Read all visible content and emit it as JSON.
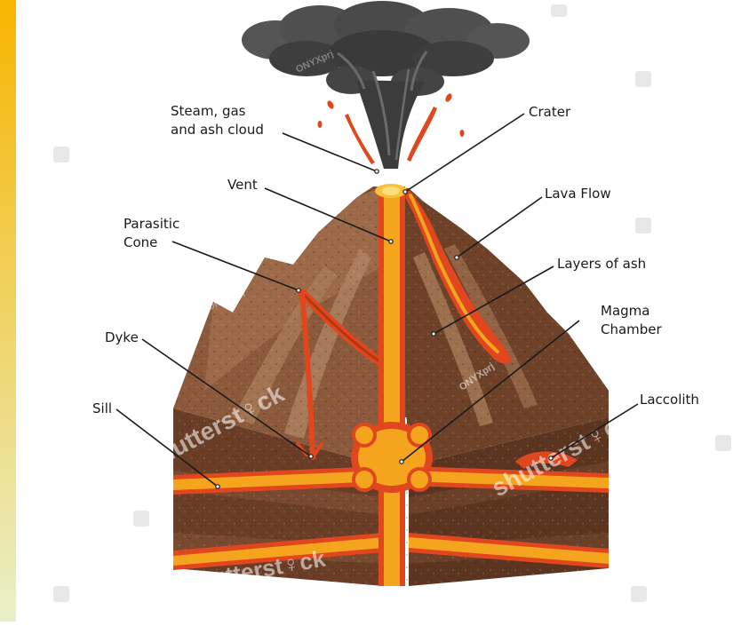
{
  "diagram": {
    "labels": {
      "steam_line1": "Steam, gas",
      "steam_line2": "and ash cloud",
      "crater": "Crater",
      "vent": "Vent",
      "lava_flow": "Lava Flow",
      "parasitic_line1": "Parasitic",
      "parasitic_line2": "Cone",
      "layers_of_ash": "Layers of ash",
      "magma_line1": "Magma",
      "magma_line2": "Chamber",
      "dyke": "Dyke",
      "sill": "Sill",
      "laccolith": "Laccolith"
    },
    "watermarks": {
      "brand": "shutterstock",
      "artist": "ONYXprj"
    },
    "colors": {
      "side_strip_top": "#f7b500",
      "side_strip_bottom": "#e9f0c8",
      "magma": "#f5a41d",
      "lava": "#e0471f",
      "rock_dark": "#5c3520",
      "rock_mid": "#8b5a3c",
      "rock_light": "#a87a58",
      "ash_cloud": "#4a4a4a"
    }
  }
}
